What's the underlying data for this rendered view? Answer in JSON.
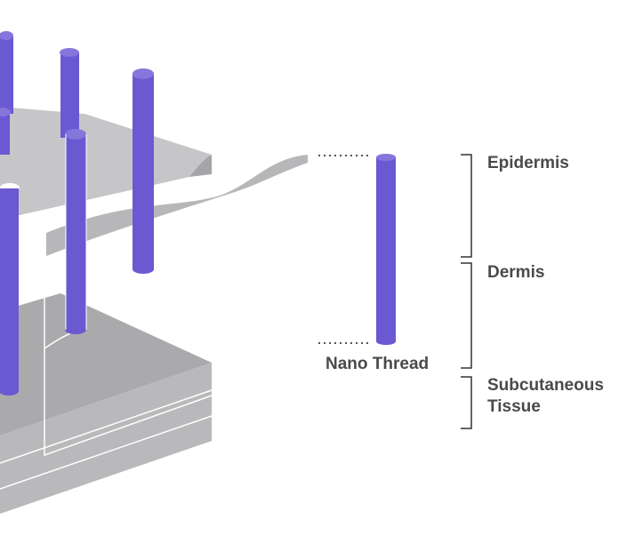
{
  "labels": {
    "epidermis": "Epidermis",
    "dermis": "Dermis",
    "subcutaneous": "Subcutaneous Tissue",
    "nano_thread": "Nano Thread"
  },
  "colors": {
    "thread": "#6a59d1",
    "thread_top": "#8576dc",
    "layer_light": "#c4c4c7",
    "layer_mid": "#b3b3b6",
    "layer_dark": "#a2a2a5",
    "bracket": "#333333",
    "text": "#4a4a4a"
  }
}
